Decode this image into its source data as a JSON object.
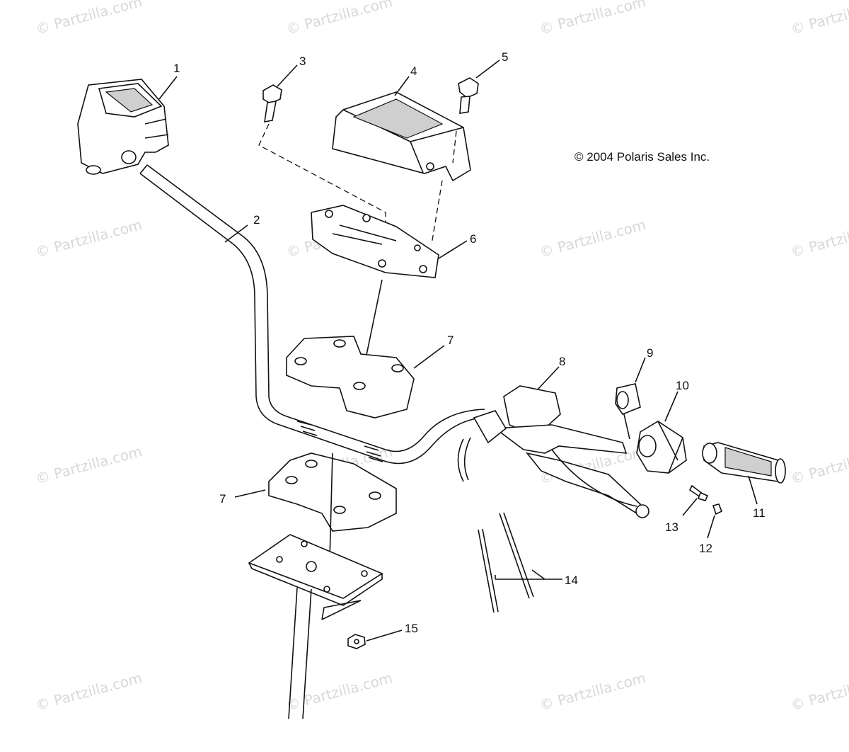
{
  "copyright": "© 2004 Polaris Sales Inc.",
  "watermark": "© Partzilla.com",
  "callouts": [
    {
      "id": "1",
      "label": "1"
    },
    {
      "id": "2",
      "label": "2"
    },
    {
      "id": "3",
      "label": "3"
    },
    {
      "id": "4",
      "label": "4"
    },
    {
      "id": "5",
      "label": "5"
    },
    {
      "id": "6",
      "label": "6"
    },
    {
      "id": "7a",
      "label": "7"
    },
    {
      "id": "7b",
      "label": "7"
    },
    {
      "id": "8",
      "label": "8"
    },
    {
      "id": "9",
      "label": "9"
    },
    {
      "id": "10",
      "label": "10"
    },
    {
      "id": "11",
      "label": "11"
    },
    {
      "id": "12",
      "label": "12"
    },
    {
      "id": "13",
      "label": "13"
    },
    {
      "id": "14",
      "label": "14"
    },
    {
      "id": "15",
      "label": "15"
    }
  ]
}
